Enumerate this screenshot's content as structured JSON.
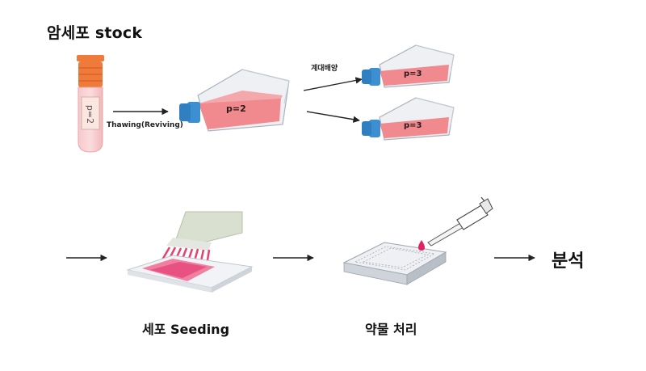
{
  "title": "암세포 stock",
  "vial": {
    "label": "p=2"
  },
  "thaw_label": "Thawing(Reviving)",
  "flask_main": {
    "label": "p=2"
  },
  "passage_label": "계대배양",
  "flask_top": {
    "label": "p=3"
  },
  "flask_bottom": {
    "label": "p=3"
  },
  "seeding_label": "세포 Seeding",
  "drug_label": "약물 처리",
  "result_label": "분석",
  "colors": {
    "medium": "#f08a8f",
    "medium_dark": "#e8666e",
    "cap_orange": "#f07a3a",
    "cap_blue": "#2f7fc1",
    "arrow": "#222222",
    "drop": "#e0245e"
  }
}
